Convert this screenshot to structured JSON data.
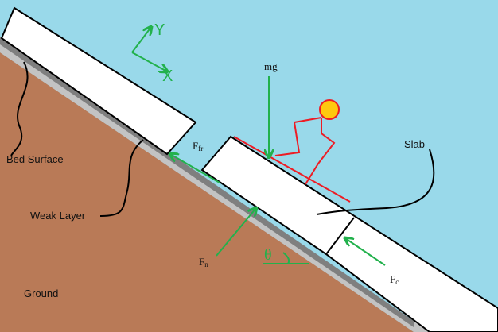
{
  "labels": {
    "bed_surface": "Bed Surface",
    "weak_layer": "Weak Layer",
    "ground": "Ground",
    "slab": "Slab",
    "mg": "mg",
    "friction_force": {
      "main": "F",
      "sub": "fr"
    },
    "normal_force": {
      "main": "F",
      "sub": "n"
    },
    "compressive_force": {
      "main": "F",
      "sub": "c"
    },
    "axis_y": "Y",
    "axis_x": "X",
    "angle": "θ"
  },
  "colors": {
    "sky": "#99d9ea",
    "ground": "#b97a57",
    "bed_gray": "#7f7f7f",
    "weak_layer_gray": "#c3c3c3",
    "slab": "#ffffff",
    "force_green": "#22b14c",
    "skier_red": "#ed1c24",
    "skier_head": "#ffc90e"
  }
}
